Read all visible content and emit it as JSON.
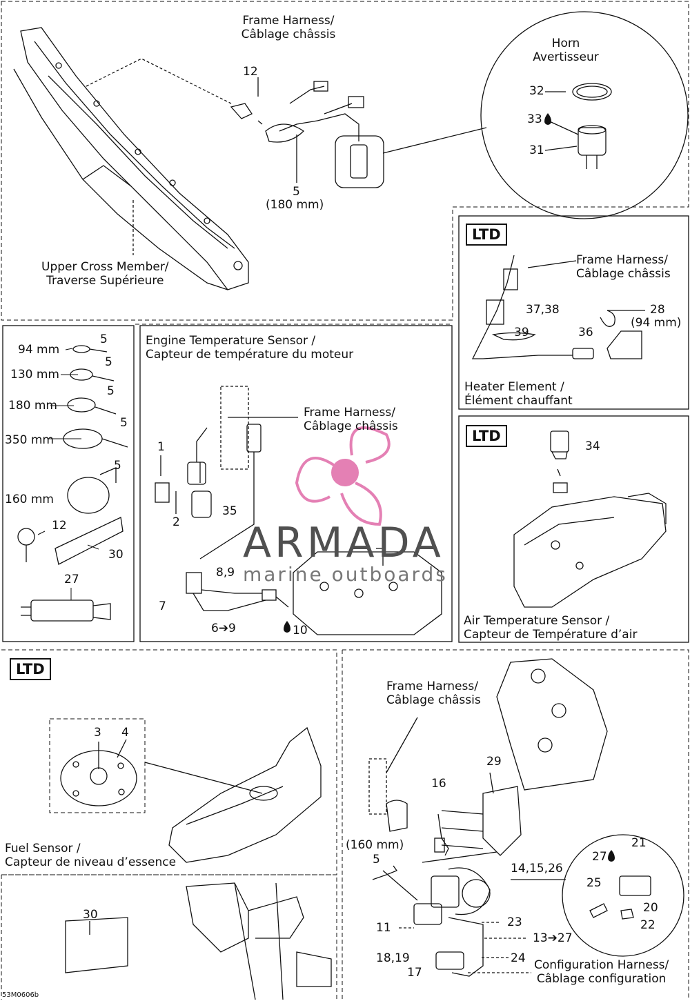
{
  "top": {
    "frame_harness": "Frame Harness/\nCâblage châssis",
    "horn": "Horn\nAvertisseur",
    "n12": "12",
    "n32": "32",
    "n33": "33",
    "n31": "31",
    "n5": "5",
    "n5_len": "(180 mm)",
    "upper_cross": "Upper Cross Member/\nTraverse Supérieure"
  },
  "heater": {
    "ltd": "LTD",
    "frame_harness": "Frame Harness/\nCâblage châssis",
    "n3738": "37,38",
    "n28": "28",
    "n28_len": "(94 mm)",
    "n39": "39",
    "n36": "36",
    "title": "Heater Element /\nÉlément chauffant"
  },
  "ties": {
    "l94": "94 mm",
    "l130": "130 mm",
    "l180": "180 mm",
    "l350": "350 mm",
    "l160": "160 mm",
    "n5a": "5",
    "n5b": "5",
    "n5c": "5",
    "n5d": "5",
    "n5e": "5",
    "n12": "12",
    "n30": "30",
    "n27": "27"
  },
  "engine": {
    "title": "Engine Temperature Sensor /\nCapteur de température du moteur",
    "frame_harness": "Frame Harness/\nCâblage châssis",
    "n1": "1",
    "n2": "2",
    "n35": "35",
    "n89": "8,9",
    "n7": "7",
    "n69": "6➔9",
    "n10": "10"
  },
  "air": {
    "ltd": "LTD",
    "n34": "34",
    "title": "Air Temperature Sensor /\nCapteur de Température d’air"
  },
  "fuel": {
    "ltd": "LTD",
    "n3": "3",
    "n4": "4",
    "title": "Fuel Sensor /\nCapteur de niveau d’essence",
    "n30": "30"
  },
  "config": {
    "frame_harness": "Frame Harness/\nCâblage châssis",
    "n29": "29",
    "n16": "16",
    "n160": "(160 mm)",
    "n5": "5",
    "n141526": "14,15,26",
    "n21": "21",
    "n27": "27",
    "n25": "25",
    "n20": "20",
    "n22": "22",
    "n11": "11",
    "n23": "23",
    "n1327": "13➔27",
    "n1819": "18,19",
    "n24": "24",
    "n17": "17",
    "title": "Configuration Harness/\nCâblage configuration"
  },
  "watermark": {
    "brand": "ARMADA",
    "sub": "marine outboards",
    "color": "#e06aa8"
  },
  "code": "53M0606b"
}
